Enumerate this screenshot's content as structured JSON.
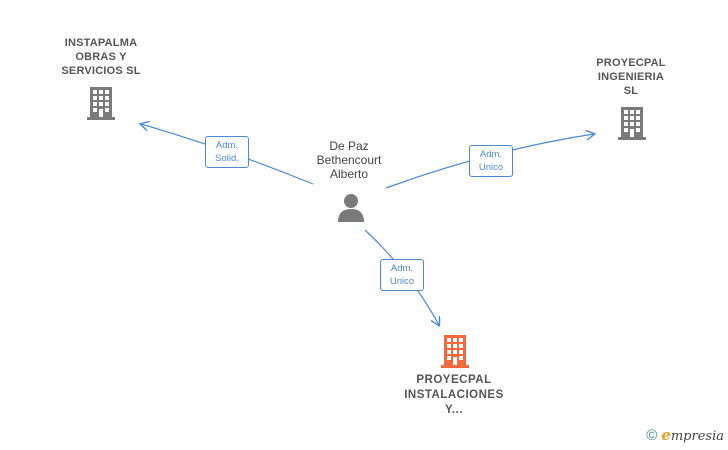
{
  "nodes": {
    "center_person": {
      "label": "De Paz\nBethencourt\nAlberto",
      "icon": "person-icon"
    },
    "company_left": {
      "label": "INSTAPALMA\nOBRAS Y\nSERVICIOS  SL",
      "icon": "building-icon"
    },
    "company_right": {
      "label": "PROYECPAL\nINGENIERIA\nSL",
      "icon": "building-icon"
    },
    "company_main": {
      "label": "PROYECPAL\nINSTALACIONES\nY...",
      "icon": "building-icon"
    }
  },
  "edges": {
    "to_left": {
      "label": "Adm.\nSolid."
    },
    "to_right": {
      "label": "Adm.\nUnico"
    },
    "to_main": {
      "label": "Adm.\nUnico"
    }
  },
  "colors": {
    "edge": "#4a8ad4",
    "company_icon": "#7a7a7a",
    "main_icon": "#f26a3c",
    "person_icon": "#7a7a7a"
  },
  "footer": {
    "copyright_symbol": "©",
    "brand_initial": "e",
    "brand_rest": "mpresia"
  }
}
